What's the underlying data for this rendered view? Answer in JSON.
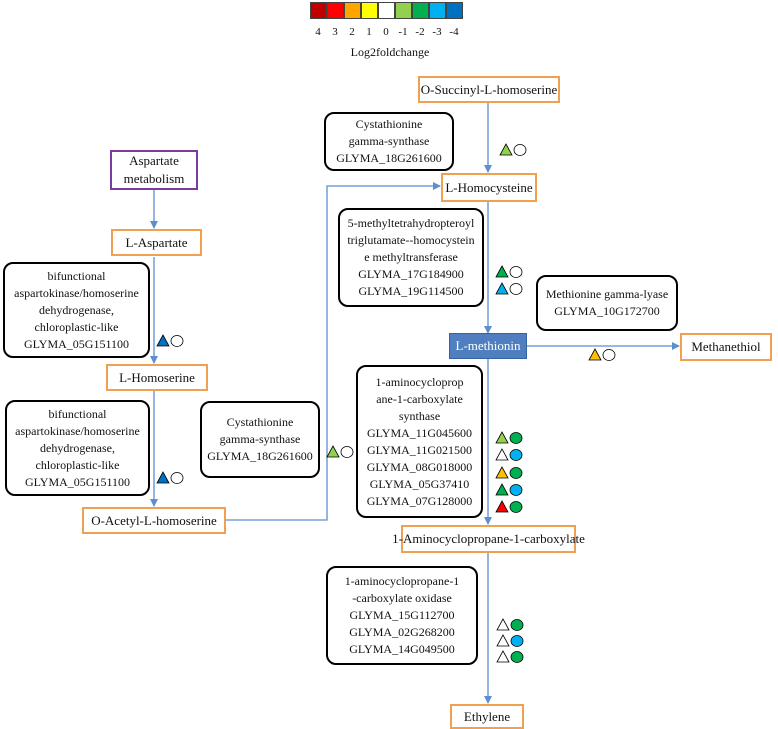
{
  "legend": {
    "title": "Log2foldchange",
    "values": [
      "4",
      "3",
      "2",
      "1",
      "0",
      "-1",
      "-2",
      "-3",
      "-4"
    ],
    "colors": [
      "#c00000",
      "#ff0000",
      "#ffa500",
      "#ffff00",
      "#ffffff",
      "#92d050",
      "#00b050",
      "#00b0f0",
      "#0070c0"
    ]
  },
  "metabolites": {
    "aspartate_metabolism": [
      "Aspartate",
      "metabolism"
    ],
    "l_aspartate": "L-Aspartate",
    "l_homoserine": "L-Homoserine",
    "o_acetyl_l_homoserine": "O-Acetyl-L-homoserine",
    "o_succinyl_l_homoserine": "O-Succinyl-L-homoserine",
    "l_homocysteine": "L-Homocysteine",
    "l_methionin": "L-methionin",
    "methanethiol": "Methanethiol",
    "acc": "1-Aminocyclopropane-1-carboxylate",
    "ethylene": "Ethylene"
  },
  "enzymes": {
    "aspartokinase_1": [
      "bifunctional",
      "aspartokinase/homoserine",
      "dehydrogenase,",
      "chloroplastic-like",
      "GLYMA_05G151100"
    ],
    "aspartokinase_2": [
      "bifunctional",
      "aspartokinase/homoserine",
      "dehydrogenase,",
      "chloroplastic-like",
      "GLYMA_05G151100"
    ],
    "cgs_left": [
      "Cystathionine",
      "gamma-synthase",
      "GLYMA_18G261600"
    ],
    "cgs_top": [
      "Cystathionine",
      "gamma-synthase",
      "GLYMA_18G261600"
    ],
    "methyltransferase": [
      "5-methyltetrahydropteroyl",
      "triglutamate--homocystein",
      "e methyltransferase",
      "GLYMA_17G184900",
      "GLYMA_19G114500"
    ],
    "methionine_gamma_lyase": [
      "Methionine gamma-lyase",
      "GLYMA_10G172700"
    ],
    "acc_synthase": [
      "1-aminocycloprop",
      "ane-1-carboxylate",
      "synthase",
      "GLYMA_11G045600",
      "GLYMA_11G021500",
      "GLYMA_08G018000",
      "GLYMA_05G37410",
      "GLYMA_07G128000"
    ],
    "acc_oxidase": [
      "1-aminocyclopropane-1",
      "-carboxylate oxidase",
      "GLYMA_15G112700",
      "GLYMA_02G268200",
      "GLYMA_14G049500"
    ]
  },
  "markers": [
    {
      "id": "aspk1",
      "triangle": "#0070c0",
      "circle": "#ffffff"
    },
    {
      "id": "aspk2",
      "triangle": "#0070c0",
      "circle": "#ffffff"
    },
    {
      "id": "cgs_left",
      "triangle": "#92d050",
      "circle": "#ffffff"
    },
    {
      "id": "cgs_top",
      "triangle": "#92d050",
      "circle": "#ffffff"
    },
    {
      "id": "mt_1",
      "triangle": "#00b050",
      "circle": "#ffffff"
    },
    {
      "id": "mt_2",
      "triangle": "#00b0f0",
      "circle": "#ffffff"
    },
    {
      "id": "mgl",
      "triangle": "#ffc000",
      "circle": "#ffffff"
    },
    {
      "id": "accs_1",
      "triangle": "#92d050",
      "circle": "#00b050"
    },
    {
      "id": "accs_2",
      "triangle": "#ffffff",
      "circle": "#00b0f0"
    },
    {
      "id": "accs_3",
      "triangle": "#ffc000",
      "circle": "#00b050"
    },
    {
      "id": "accs_4",
      "triangle": "#00b050",
      "circle": "#00b0f0"
    },
    {
      "id": "accs_5",
      "triangle": "#ff0000",
      "circle": "#00b050"
    },
    {
      "id": "acco_1",
      "triangle": "#ffffff",
      "circle": "#00b050"
    },
    {
      "id": "acco_2",
      "triangle": "#ffffff",
      "circle": "#00b0f0"
    },
    {
      "id": "acco_3",
      "triangle": "#ffffff",
      "circle": "#00b050"
    }
  ]
}
